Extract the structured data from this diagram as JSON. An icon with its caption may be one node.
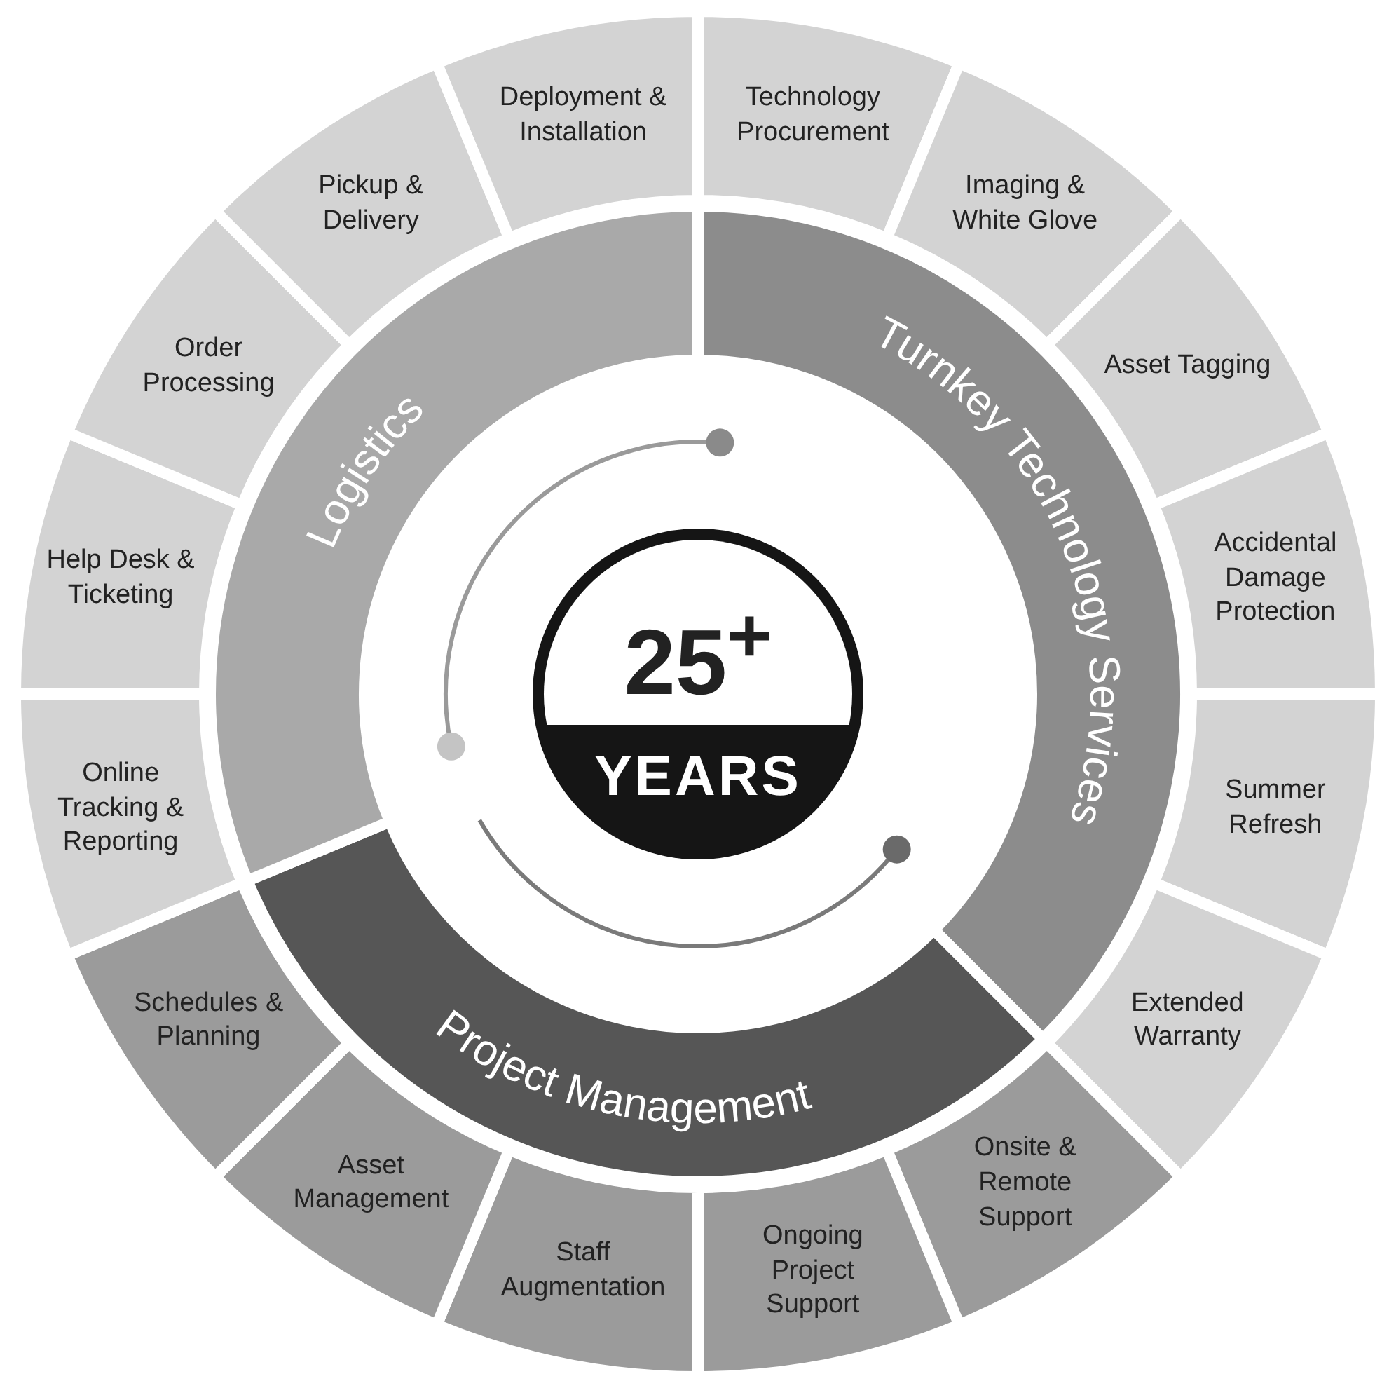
{
  "diagram": {
    "nodes": [
      {
        "text": [
          "25$^{+}$",
          "YEARS"
        ]
      },
      {
        "text": [
          "Turnkey Technology Services"
        ]
      },
      {
        "text": [
          "Project Management"
        ]
      },
      {
        "text": [
          "Logistics"
        ]
      },
      {
        "text": [
          "Technology Procurement"
        ]
      },
      {
        "text": [
          "Imaging & White Glove"
        ]
      },
      {
        "text": [
          "Asset Tagging"
        ]
      },
      {
        "text": [
          "Accidental Damage Protection"
        ]
      },
      {
        "text": [
          "Summer Refresh"
        ]
      },
      {
        "text": [
          "Extended Warranty"
        ]
      },
      {
        "text": [
          "Onsite & Remote Support"
        ]
      },
      {
        "text": [
          "Ongoing Project Support"
        ]
      },
      {
        "text": [
          "Staff Augmentation"
        ]
      },
      {
        "text": [
          "Asset Management"
        ]
      },
      {
        "text": [
          "Schedules & Planning"
        ]
      },
      {
        "text": [
          "Online Tracking & Reporting"
        ]
      },
      {
        "text": [
          "Help Desk & Ticketing"
        ]
      },
      {
        "text": [
          "Order Processing"
        ]
      },
      {
        "text": [
          "Pickup & Delivery"
        ]
      },
      {
        "text": [
          "Deployment & Installation"
        ]
      }
    ]
  }
}
